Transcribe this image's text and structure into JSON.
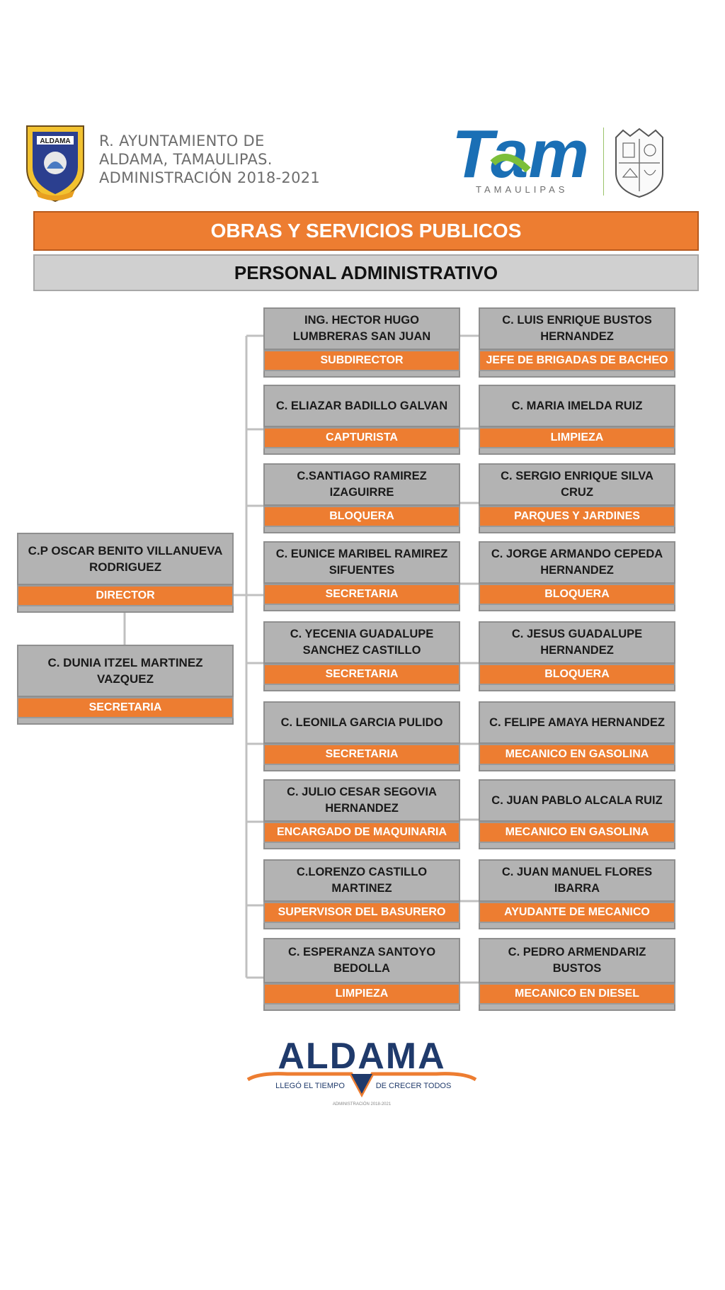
{
  "header": {
    "org_lines": [
      "R. AYUNTAMIENTO DE",
      "ALDAMA, TAMAULIPAS.",
      "ADMINISTRACIÓN  2018-2021"
    ],
    "crest_text": "ALDAMA",
    "tam_logo_text": "Tam",
    "tam_logo_sub": "TAMAULIPAS"
  },
  "title": "OBRAS Y SERVICIOS PUBLICOS",
  "subtitle": "PERSONAL ADMINISTRATIVO",
  "left_column": [
    {
      "name": "C.P OSCAR BENITO VILLANUEVA RODRIGUEZ",
      "role": "DIRECTOR"
    },
    {
      "name": "C. DUNIA ITZEL MARTINEZ VAZQUEZ",
      "role": "SECRETARIA"
    }
  ],
  "middle_column": [
    {
      "name": "ING. HECTOR HUGO LUMBRERAS SAN JUAN",
      "role": "SUBDIRECTOR"
    },
    {
      "name": "C. ELIAZAR BADILLO GALVAN",
      "role": "CAPTURISTA"
    },
    {
      "name": "C.SANTIAGO RAMIREZ IZAGUIRRE",
      "role": "BLOQUERA"
    },
    {
      "name": "C. EUNICE MARIBEL RAMIREZ SIFUENTES",
      "role": "SECRETARIA"
    },
    {
      "name": "C. YECENIA GUADALUPE SANCHEZ CASTILLO",
      "role": "SECRETARIA"
    },
    {
      "name": "C. LEONILA GARCIA PULIDO",
      "role": "SECRETARIA"
    },
    {
      "name": "C. JULIO CESAR SEGOVIA HERNANDEZ",
      "role": "ENCARGADO DE MAQUINARIA"
    },
    {
      "name": "C.LORENZO CASTILLO MARTINEZ",
      "role": "SUPERVISOR DEL BASURERO"
    },
    {
      "name": "C. ESPERANZA SANTOYO BEDOLLA",
      "role": "LIMPIEZA"
    }
  ],
  "right_column": [
    {
      "name": "C. LUIS ENRIQUE BUSTOS HERNANDEZ",
      "role": "JEFE DE BRIGADAS DE BACHEO"
    },
    {
      "name": "C. MARIA IMELDA RUIZ",
      "role": "LIMPIEZA"
    },
    {
      "name": "C. SERGIO ENRIQUE SILVA CRUZ",
      "role": "PARQUES Y JARDINES"
    },
    {
      "name": "C. JORGE ARMANDO CEPEDA HERNANDEZ",
      "role": "BLOQUERA"
    },
    {
      "name": "C. JESUS GUADALUPE HERNANDEZ",
      "role": "BLOQUERA"
    },
    {
      "name": "C. FELIPE AMAYA HERNANDEZ",
      "role": "MECANICO EN GASOLINA"
    },
    {
      "name": "C. JUAN PABLO ALCALA RUIZ",
      "role": "MECANICO EN GASOLINA"
    },
    {
      "name": "C. JUAN MANUEL FLORES IBARRA",
      "role": "AYUDANTE DE MECANICO"
    },
    {
      "name": "C. PEDRO ARMENDARIZ BUSTOS",
      "role": "MECANICO EN DIESEL"
    }
  ],
  "footer_logo": {
    "word": "ALDAMA",
    "tagline_left": "LLEGÓ EL TIEMPO",
    "tagline_right": "DE CRECER TODOS",
    "small": "ADMINISTRACIÓN 2018-2021"
  },
  "colors": {
    "orange": "#ed7d31",
    "gray": "#b3b3b3",
    "banner_gray": "#d0d0d0",
    "navy": "#1f3a6b",
    "tam_blue": "#1a6fb5",
    "tam_green": "#7cbf3a"
  }
}
